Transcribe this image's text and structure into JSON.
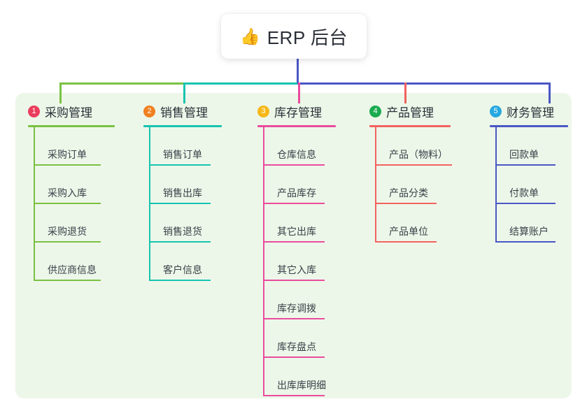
{
  "title": {
    "emoji": "👍",
    "icon_name": "thumbs-up-icon",
    "text": "ERP 后台"
  },
  "colors": {
    "panel_bg": "#edf7e9",
    "stem": "#4a57c4",
    "col1": "#7ac143",
    "col2": "#17c4b0",
    "col3": "#ea4c9d",
    "col4": "#f2625f",
    "col5": "#4a57c4",
    "badge1": "#ea3d5c",
    "badge2": "#f08020",
    "badge3": "#f5b818",
    "badge4": "#19ab4f",
    "badge5": "#25a8e0"
  },
  "columns": [
    {
      "number": "1",
      "title": "采购管理",
      "accent": "#7ac143",
      "badge_color": "#ea3d5c",
      "items": [
        {
          "label": "采购订单"
        },
        {
          "label": "采购入库"
        },
        {
          "label": "采购退货"
        },
        {
          "label": "供应商信息"
        }
      ]
    },
    {
      "number": "2",
      "title": "销售管理",
      "accent": "#17c4b0",
      "badge_color": "#f08020",
      "items": [
        {
          "label": "销售订单"
        },
        {
          "label": "销售出库"
        },
        {
          "label": "销售退货"
        },
        {
          "label": "客户信息"
        }
      ]
    },
    {
      "number": "3",
      "title": "库存管理",
      "accent": "#ea4c9d",
      "badge_color": "#f5b818",
      "items": [
        {
          "label": "仓库信息"
        },
        {
          "label": "产品库存"
        },
        {
          "label": "其它出库"
        },
        {
          "label": "其它入库"
        },
        {
          "label": "库存调拨"
        },
        {
          "label": "库存盘点"
        },
        {
          "label": "出库库明细"
        }
      ]
    },
    {
      "number": "4",
      "title": "产品管理",
      "accent": "#f2625f",
      "badge_color": "#19ab4f",
      "items": [
        {
          "label": "产品（物料）"
        },
        {
          "label": "产品分类"
        },
        {
          "label": "产品单位"
        }
      ]
    },
    {
      "number": "5",
      "title": "财务管理",
      "accent": "#4a57c4",
      "badge_color": "#25a8e0",
      "items": [
        {
          "label": "回款单"
        },
        {
          "label": "付款单"
        },
        {
          "label": "结算账户"
        }
      ]
    }
  ]
}
